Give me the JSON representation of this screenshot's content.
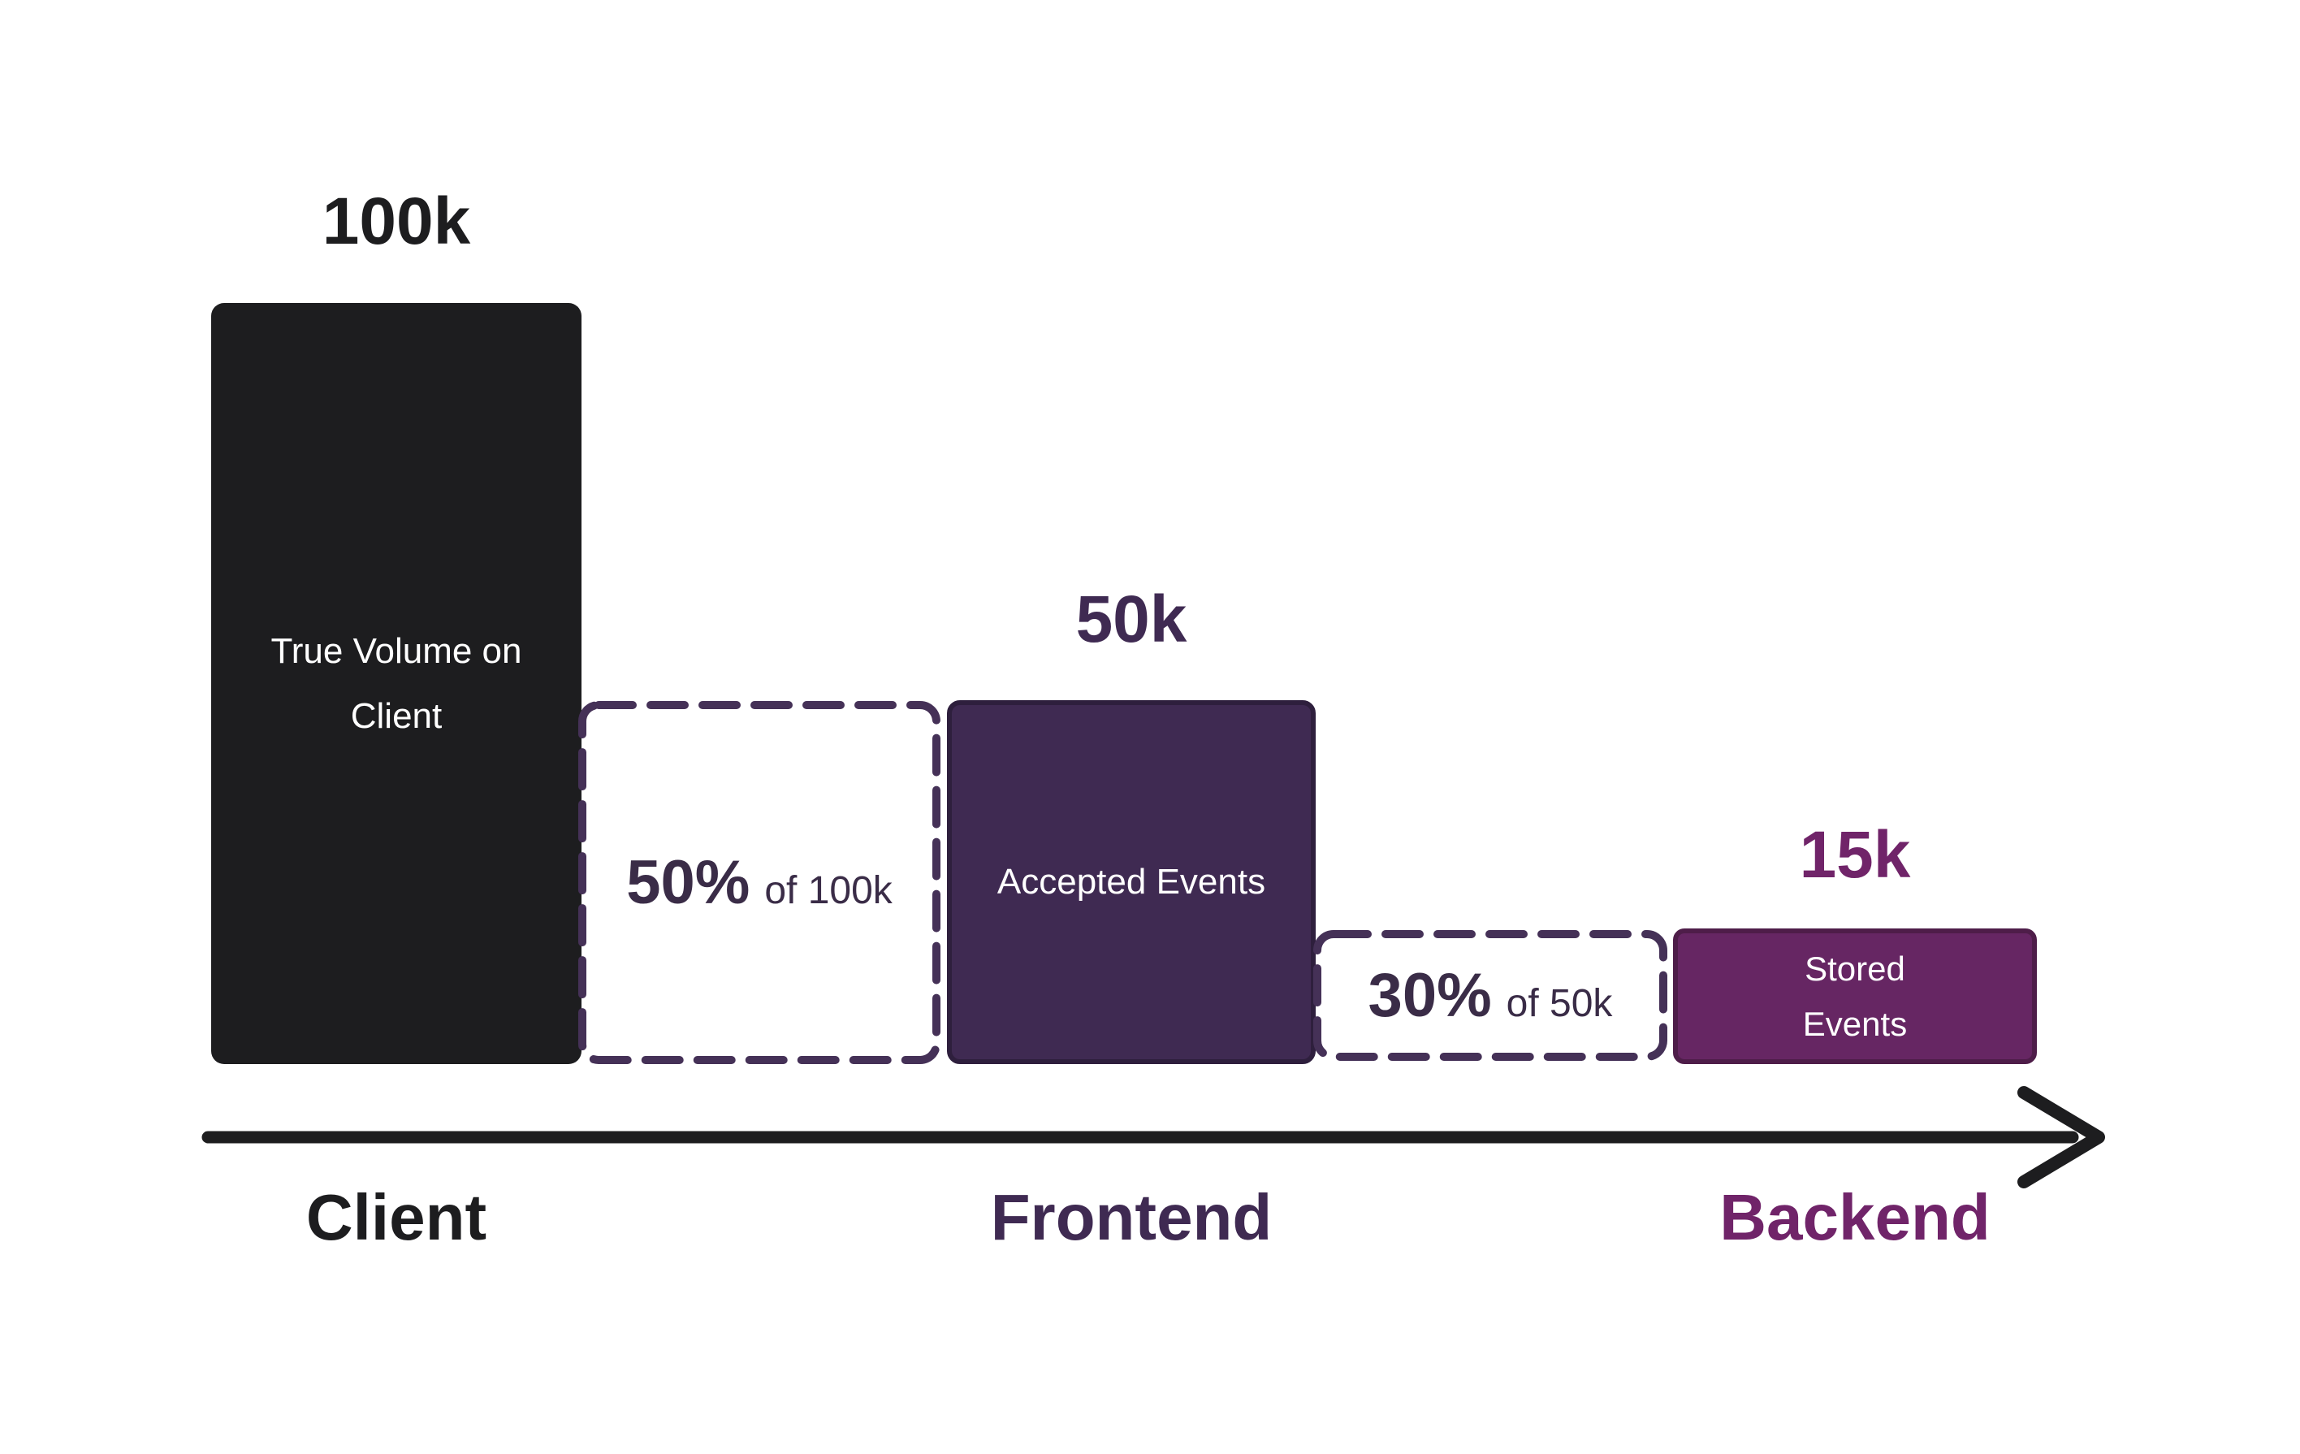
{
  "canvas": {
    "background": "#ffffff"
  },
  "colors": {
    "ink": "#1d1d1f",
    "frontend_purple": "#3f2a52",
    "frontend_border": "#2e1f3d",
    "backend_plum": "#662663",
    "backend_border": "#4e1d49",
    "backend_text": "#702469",
    "dash_stroke": "#453157",
    "sample_text": "#3a2c47",
    "bar_text": "#ffffff"
  },
  "stages": {
    "client": {
      "value_label": "100k",
      "bar_label": "True Volume on Client",
      "axis_label": "Client"
    },
    "frontend": {
      "value_label": "50k",
      "bar_label": "Accepted Events",
      "axis_label": "Frontend"
    },
    "backend": {
      "value_label": "15k",
      "bar_label": "Stored Events",
      "axis_label": "Backend"
    }
  },
  "sample_rates": {
    "client_to_frontend": {
      "pct": "50%",
      "of": "of 100k"
    },
    "frontend_to_backend": {
      "pct": "30%",
      "of": "of 50k"
    }
  },
  "chart_data": {
    "type": "bar",
    "subtype": "funnel",
    "title": "",
    "xlabel": "",
    "ylabel": "",
    "legend": false,
    "grid": false,
    "categories": [
      "Client",
      "Frontend",
      "Backend"
    ],
    "series": [
      {
        "name": "Events",
        "values": [
          100000,
          50000,
          15000
        ],
        "value_labels": [
          "100k",
          "50k",
          "15k"
        ]
      }
    ],
    "bar_labels": [
      "True Volume on Client",
      "Accepted Events",
      "Stored Events"
    ],
    "bar_colors": [
      "#1d1d1f",
      "#3f2a52",
      "#662663"
    ],
    "annotations": [
      {
        "between": [
          "Client",
          "Frontend"
        ],
        "text": "50% of 100k",
        "style": "dashed-box"
      },
      {
        "between": [
          "Frontend",
          "Backend"
        ],
        "text": "30% of 50k",
        "style": "dashed-box"
      }
    ],
    "x_axis_style": "arrow"
  }
}
